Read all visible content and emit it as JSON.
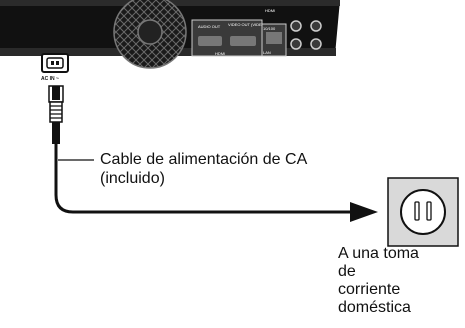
{
  "device": {
    "ac_in_label": "AC IN ~",
    "hdmi_logo": "HDMI",
    "audio_out_label": "AUDIO OUT",
    "video_out_label": "VIDEO OUT (VIDEO/AUDIO)",
    "lan_label": "LAN",
    "ethernet_label": "10/100",
    "hdmi_top_label": "HDMI"
  },
  "labels": {
    "cable_line1": "Cable de alimentación de CA",
    "cable_line2": "(incluido)",
    "outlet_line1": "A una toma",
    "outlet_line2": "de",
    "outlet_line3": "corriente",
    "outlet_line4": "doméstica"
  },
  "colors": {
    "panel": "#111111",
    "panel_light": "#3a3a3a",
    "line": "#111111",
    "outlet_face": "#d9d9d9",
    "background": "#ffffff"
  }
}
